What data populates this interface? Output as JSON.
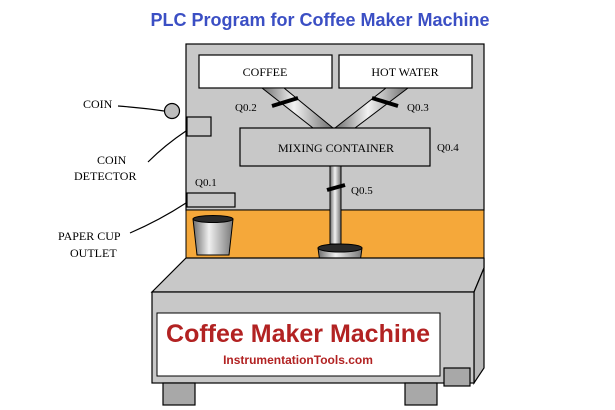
{
  "title": "PLC Program for Coffee Maker Machine",
  "tanks": {
    "coffee": "COFFEE",
    "hot_water": "HOT  WATER",
    "mixing": "MIXING  CONTAINER"
  },
  "outputs": {
    "q02": "Q0.2",
    "q03": "Q0.3",
    "q04": "Q0.4",
    "q05": "Q0.5",
    "q01": "Q0.1"
  },
  "labels": {
    "coin": "COIN",
    "coin_detector_1": "COIN",
    "coin_detector_2": "DETECTOR",
    "cup_outlet_1": "PAPER CUP",
    "cup_outlet_2": "OUTLET"
  },
  "machine": {
    "name": "Coffee Maker Machine",
    "website": "InstrumentationTools.com"
  },
  "colors": {
    "title": "#3b4fc4",
    "panel": "#c8c8c8",
    "counter": "#f5a83a",
    "brand": "#b22222"
  }
}
